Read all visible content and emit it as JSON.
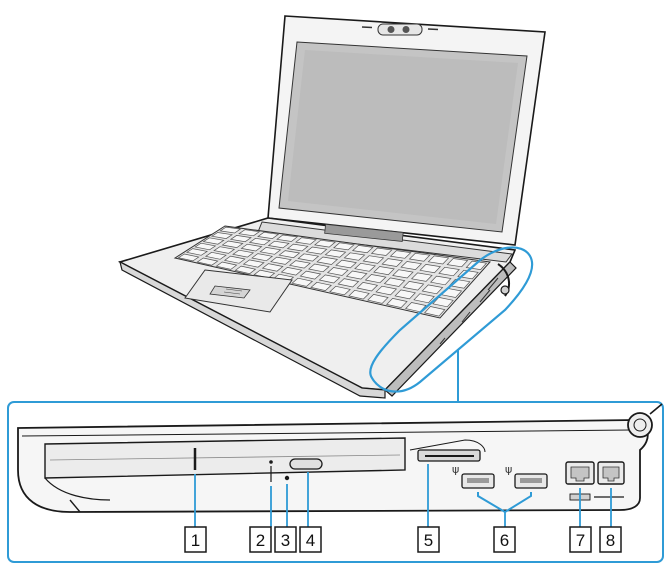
{
  "colors": {
    "callout": "#2f9bd6",
    "line": "#1a1a1a",
    "body_light": "#f2f2f2",
    "body_mid": "#cfcfcf",
    "body_dark": "#7a7a7a",
    "screen": "#bcbcbc"
  },
  "labels": [
    {
      "id": "1",
      "text": "1"
    },
    {
      "id": "2",
      "text": "2"
    },
    {
      "id": "3",
      "text": "3"
    },
    {
      "id": "4",
      "text": "4"
    },
    {
      "id": "5",
      "text": "5"
    },
    {
      "id": "6",
      "text": "6"
    },
    {
      "id": "7",
      "text": "7"
    },
    {
      "id": "8",
      "text": "8"
    }
  ]
}
